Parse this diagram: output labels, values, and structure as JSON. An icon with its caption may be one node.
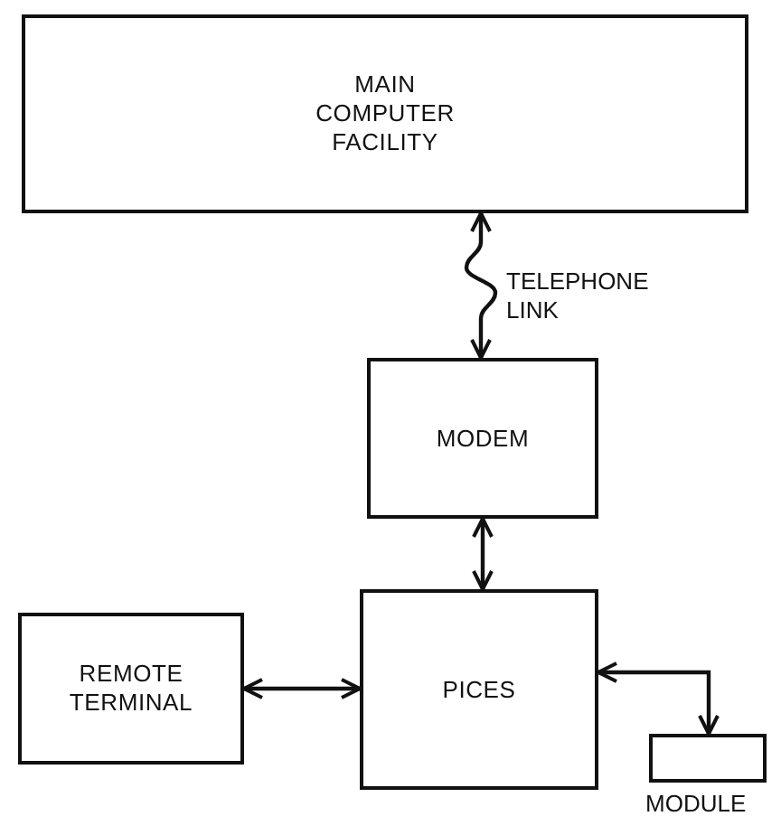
{
  "diagram": {
    "nodes": [
      {
        "text": [
          "MAIN COMPUTER FACILITY"
        ]
      },
      {
        "text": [
          "MODEM"
        ]
      },
      {
        "text": [
          "REMOTE TERMINAL"
        ]
      },
      {
        "text": [
          "PICES"
        ]
      },
      {
        "text": [],
        "shape": "box",
        "beside": [
          "MODULE"
        ]
      }
    ],
    "edges": [
      {
        "from": 0,
        "to": 1,
        "arrow": "both",
        "label": "TELEPHONE LINK"
      },
      {
        "from": 1,
        "to": 3,
        "arrow": "both"
      },
      {
        "from": 2,
        "to": 3,
        "arrow": "both"
      },
      {
        "from": 3,
        "to": 4,
        "arrow": "both"
      }
    ]
  }
}
